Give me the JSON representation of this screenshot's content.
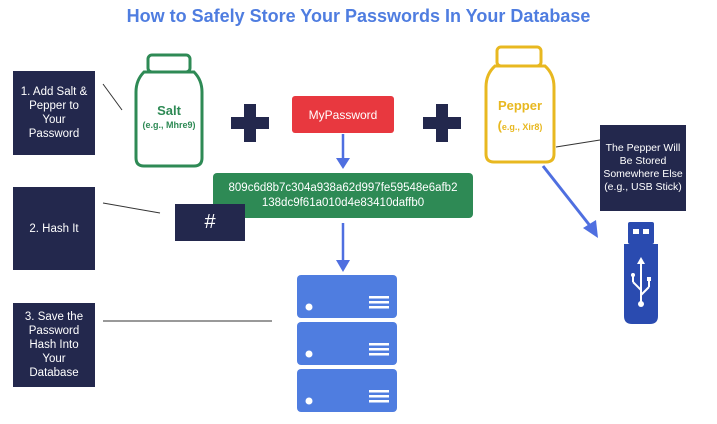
{
  "title": "How to Safely Store Your Passwords In Your Database",
  "steps": [
    {
      "label": "1. Add Salt & Pepper to Your Password"
    },
    {
      "label": "2. Hash It"
    },
    {
      "label": "3. Save the Password Hash Into Your Database"
    }
  ],
  "salt": {
    "name": "Salt",
    "example": "(e.g., Mhre9)",
    "color": "#2e8a55"
  },
  "pepper": {
    "name": "Pepper",
    "example_prefix": "(",
    "example": "e.g., Xir8)",
    "color": "#e8b820"
  },
  "password": {
    "label": "MyPassword",
    "color": "#e8383f"
  },
  "hash": {
    "line1": "809c6d8b7c304a938a62d997fe59548e6afb2",
    "line2": "138dc9f61a010d4e83410daffb0",
    "color": "#2e8a55"
  },
  "hash_symbol": "#",
  "pepper_note": "The Pepper Will Be Stored Somewhere Else (e.g., USB Stick)",
  "colors": {
    "title": "#4f7de0",
    "dark_box": "#23284d",
    "arrow": "#4f6fe0",
    "server": "#4f7de0"
  }
}
